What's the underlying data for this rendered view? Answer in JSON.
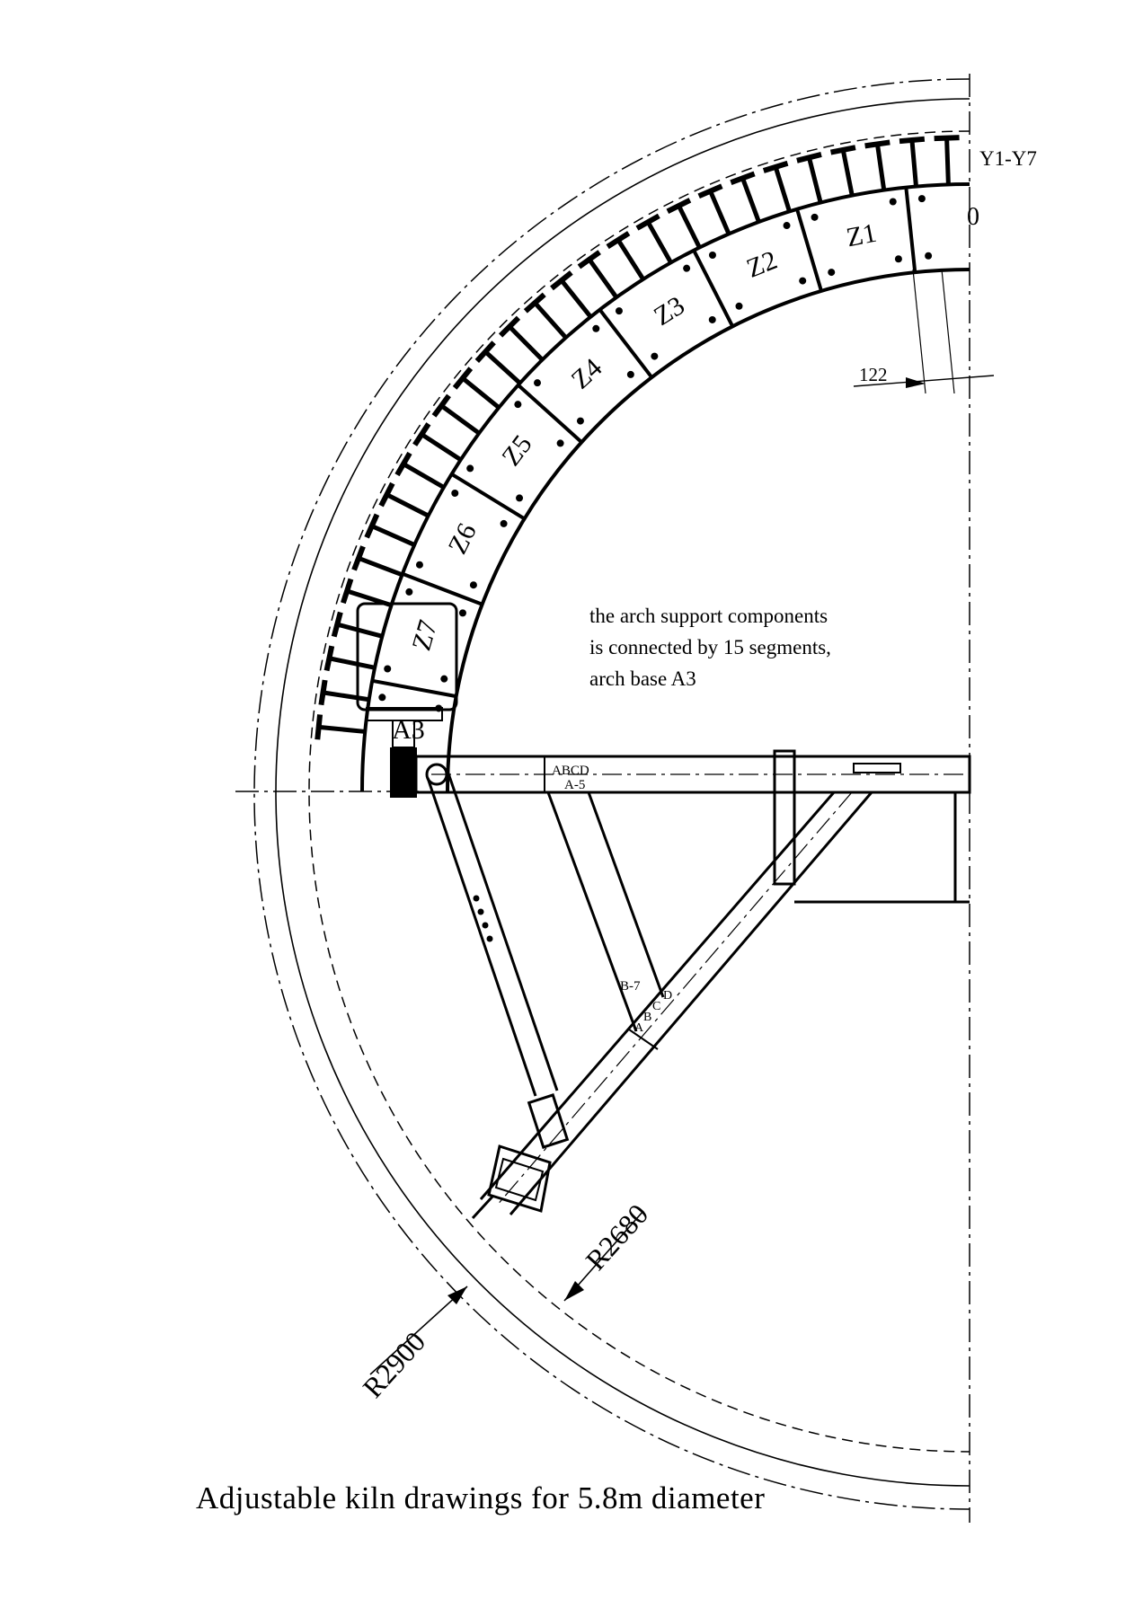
{
  "note": {
    "line1": "the arch support components",
    "line2": "is connected by 15 segments,",
    "line3": "arch base A3"
  },
  "caption": "Adjustable kiln drawings for 5.8m diameter",
  "labels": {
    "top_profile": "Y1-Y7",
    "top_zero": "0",
    "offset_dim": "122",
    "outer_radius": "R2900",
    "inner_radius": "R2680",
    "beam_connection": "ABCD",
    "beam_part": "A-5",
    "brace_part": "B-7",
    "brace_a": "A",
    "brace_b": "B",
    "brace_c": "C",
    "brace_d": "D"
  },
  "segments": [
    "Z1",
    "Z2",
    "Z3",
    "Z4",
    "Z5",
    "Z6",
    "Z7",
    "A3"
  ]
}
